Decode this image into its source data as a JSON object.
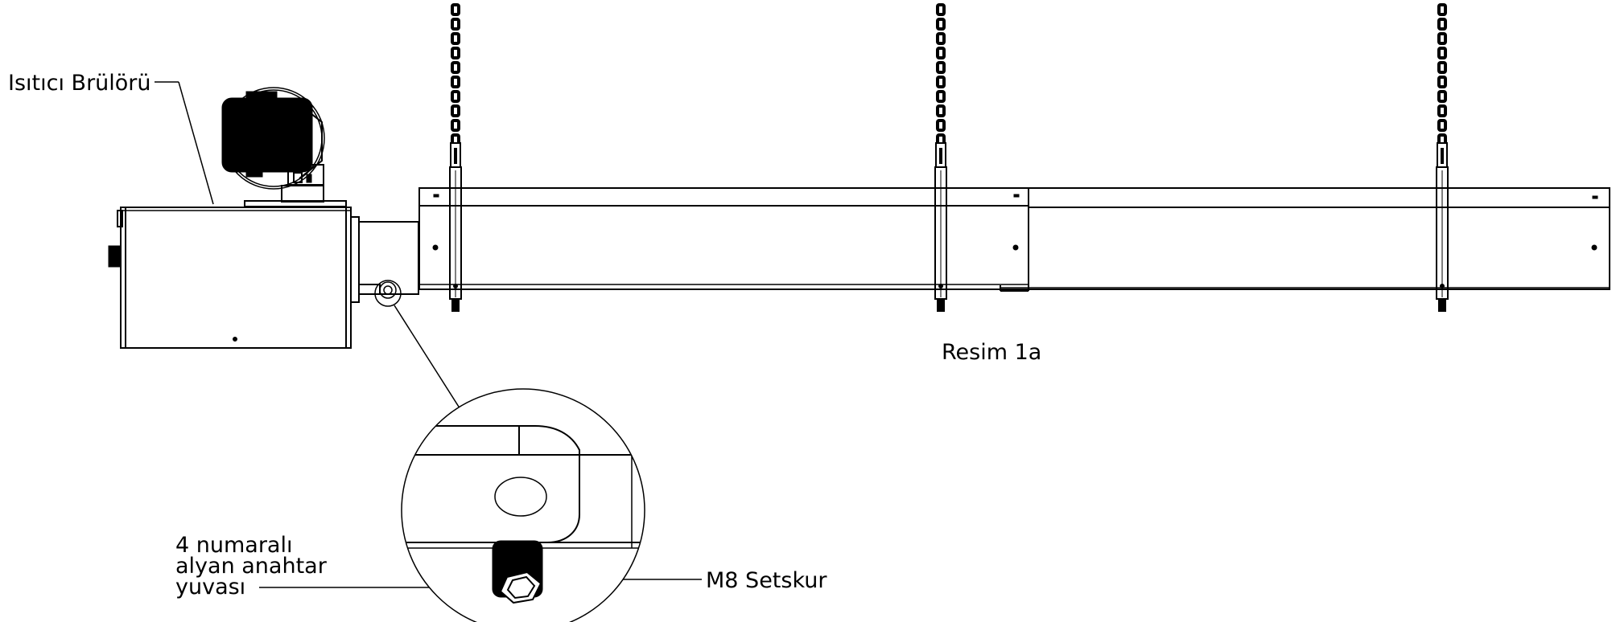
{
  "figure": {
    "caption": "Resim 1a",
    "labels": {
      "burner": "Isıtıcı Brülörü",
      "socket_line1": "4 numaralı",
      "socket_line2": "alyan anahtar",
      "socket_line3": "yuvası",
      "setscrew": "M8 Setskur"
    }
  }
}
